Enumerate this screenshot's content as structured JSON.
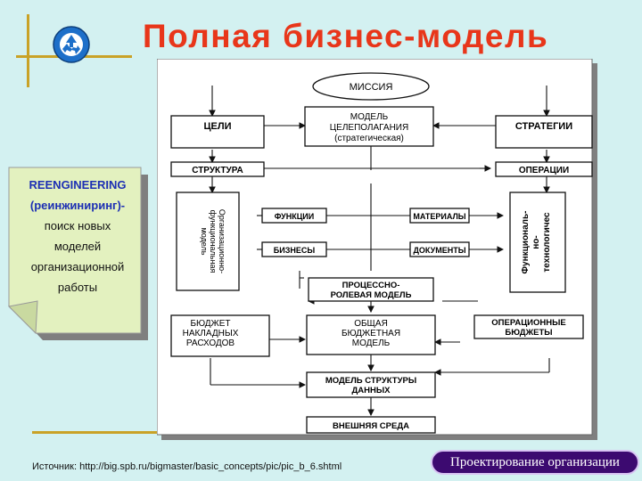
{
  "slide": {
    "title": "Полная бизнес-модель",
    "source_text": "Источник: http://big.spb.ru/bigmaster/basic_concepts/pic/pic_b_6.shtml",
    "badge_text": "Проектирование организации"
  },
  "note": {
    "lines": [
      "REENGINEERING",
      "(реинжиниринг)-",
      "поиск новых",
      "моделей",
      "организационной",
      "работы"
    ]
  },
  "diagram": {
    "mission": "МИССИЯ",
    "goals": "ЦЕЛИ",
    "strategies": "СТРАТЕГИИ",
    "goal_model_lines": [
      "МОДЕЛЬ",
      "ЦЕЛЕПОЛАГАНИЯ",
      "(стратегическая)"
    ],
    "structure": "СТРУКТУРА",
    "operations": "ОПЕРАЦИИ",
    "functions": "ФУНКЦИИ",
    "materials": "МАТЕРИАЛЫ",
    "business": "БИЗНЕСЫ",
    "documents": "ДОКУМЕНТЫ",
    "org_model_vertical": [
      "Организационно-",
      "функциональная",
      "модель"
    ],
    "func_tech_vertical": [
      "Функциональ-",
      "но-",
      "технологичес"
    ],
    "process_role_lines": [
      "ПРОЦЕССНО-",
      "РОЛЕВАЯ МОДЕЛЬ"
    ],
    "overhead_budget_lines": [
      "БЮДЖЕТ",
      "НАКЛАДНЫХ",
      "РАСХОДОВ"
    ],
    "general_budget_lines": [
      "ОБЩАЯ",
      "БЮДЖЕТНАЯ",
      "МОДЕЛЬ"
    ],
    "op_budgets_lines": [
      "ОПЕРАЦИОННЫЕ",
      "БЮДЖЕТЫ"
    ],
    "data_model_lines": [
      "МОДЕЛЬ СТРУКТУРЫ",
      "ДАННЫХ"
    ],
    "environment": "ВНЕШНЯЯ СРЕДА"
  }
}
